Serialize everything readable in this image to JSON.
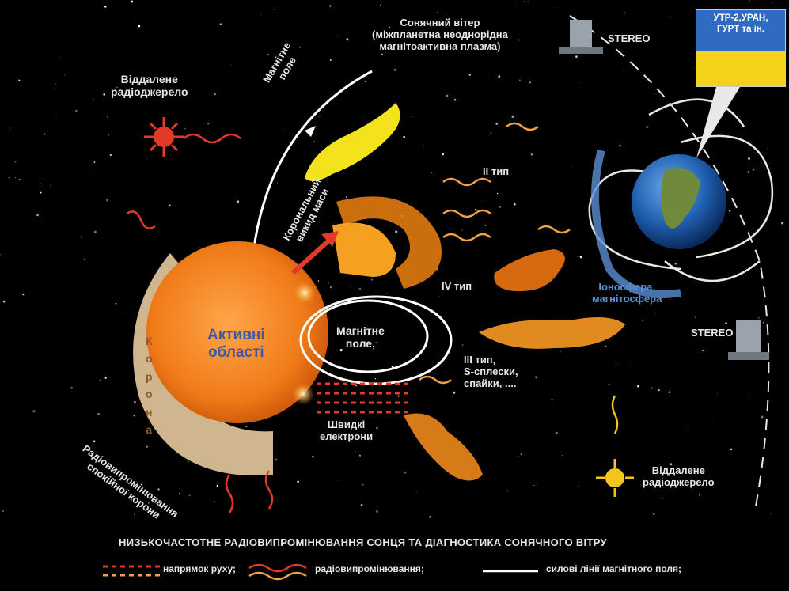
{
  "title": "НИЗЬКОЧАСТОТНЕ РАДІОВИПРОМІНЮВАННЯ СОНЦЯ ТА ДІАГНОСТИКА СОНЯЧНОГО ВІТРУ",
  "observatory_box": {
    "lines": [
      "УТР-2,УРАН,",
      "ГУРТ та ін."
    ]
  },
  "labels": {
    "distant_source_top": [
      "Віддалене",
      "радіоджерело"
    ],
    "magnetic_field_arc": [
      "Магнітне",
      "поле"
    ],
    "solar_wind": [
      "Сонячний вітер",
      "(міжпланетна неоднорідна",
      "магнітоактивна плазма)"
    ],
    "cme": [
      "Корональний",
      "викид маси"
    ],
    "type_ii": "ІІ тип",
    "type_iv": "IV тип",
    "stereo_top": "STEREO",
    "stereo_bottom": "STEREO",
    "ionosphere": [
      "Іоносфера,",
      "магнітосфера"
    ],
    "active_regions": [
      "Активні",
      "області"
    ],
    "magnetic_field_loops": [
      "Магнітне",
      "поле,"
    ],
    "type_iii": [
      "ІІІ тип,",
      "S-сплески,",
      "спайки, ...."
    ],
    "fast_electrons": [
      "Швидкі",
      "електрони"
    ],
    "corona": [
      "К",
      "о",
      "р",
      "о",
      "н",
      "а"
    ],
    "quiet_corona": [
      "Радіовипромінювання",
      "спокійної корони"
    ],
    "distant_source_bottom": [
      "Віддалене",
      "радіоджерело"
    ]
  },
  "legend": {
    "direction": "напрямок руху;",
    "radio_emission": "радіовипромінювання;",
    "field_lines": "силові лінії магнітного поля;"
  },
  "colors": {
    "background": "#000000",
    "sun": "#f07a18",
    "arrow_red": "#e23a2a",
    "arrow_orange": "#f2a040",
    "plasma_yellow": "#f3e21c",
    "ionosphere_blue": "#5b8fd6",
    "box_blue": "#2f6bc0",
    "box_yellow": "#f2d21a"
  }
}
